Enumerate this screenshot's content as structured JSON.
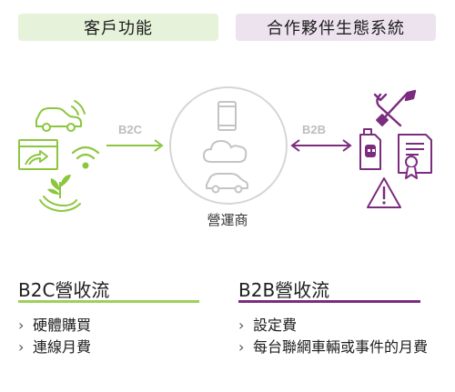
{
  "header": {
    "left_label": "客戶功能",
    "right_label": "合作夥伴生態系統"
  },
  "diagram": {
    "b2c_label": "B2C",
    "b2b_label": "B2B",
    "center_label": "營運商"
  },
  "sections": {
    "left": {
      "title": "B2C營收流",
      "items": [
        "硬體購買",
        "連線月費"
      ]
    },
    "right": {
      "title": "B2B營收流",
      "items": [
        "設定費",
        "每台聯網車輛或事件的月費"
      ]
    }
  },
  "colors": {
    "green": "#8cc63f",
    "purple": "#7c2c7e",
    "gray": "#bdbdbd"
  }
}
